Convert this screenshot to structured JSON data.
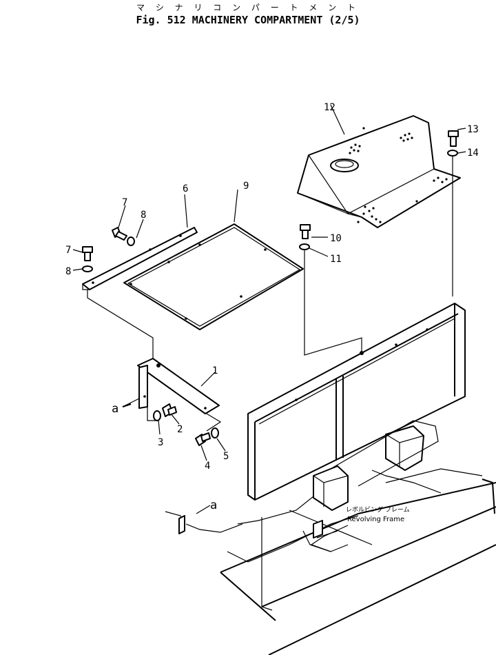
{
  "title": {
    "japanese": "マ シ ナ リ コ ン パ ー ト メ ン ト",
    "english": "Fig. 512 MACHINERY COMPARTMENT (2/5)"
  },
  "callouts": {
    "p1": "1",
    "p2": "2",
    "p3": "3",
    "p4": "4",
    "p5": "5",
    "p6": "6",
    "p7a": "7",
    "p7b": "7",
    "p8a": "8",
    "p8b": "8",
    "p9": "9",
    "p10": "10",
    "p11": "11",
    "p12": "12",
    "p13": "13",
    "p14": "14"
  },
  "view_markers": {
    "a1": "a",
    "a2": "a"
  },
  "frame_label": {
    "japanese": "レボルビング フレーム",
    "english": "Revolving Frame"
  }
}
